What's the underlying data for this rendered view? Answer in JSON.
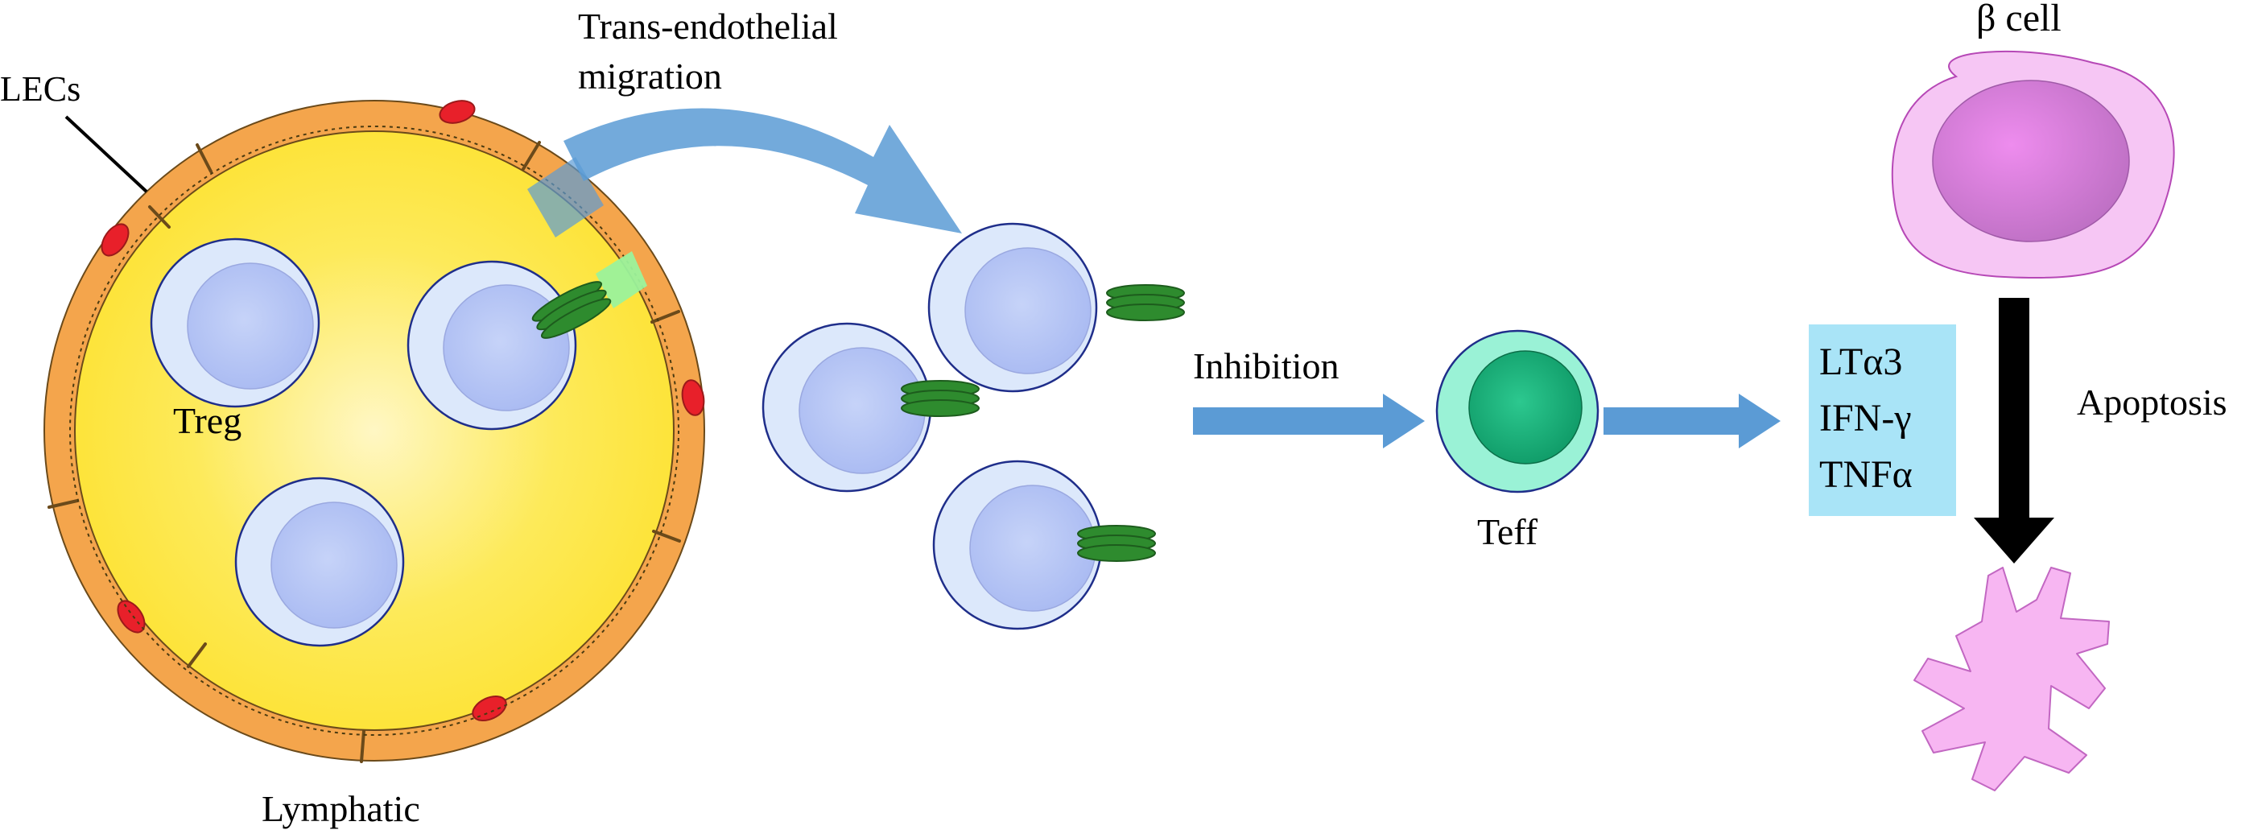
{
  "labels": {
    "lecs": "LECs",
    "treg": "Treg",
    "lymphatic": "Lymphatic",
    "migration_line1": "Trans-endothelial",
    "migration_line2": "migration",
    "inhibition": "Inhibition",
    "teff": "Teff",
    "beta_cell": "β cell",
    "apoptosis": "Apoptosis"
  },
  "cytokines": [
    "LTα3",
    "IFN-γ",
    "TNFα"
  ],
  "colors": {
    "lymph_yellow": "#FDE232",
    "endothelium_orange": "#F4A54C",
    "nucleus_red": "#E8202A",
    "cell_outer": "#DCE8FB",
    "cell_nucleus": "#B9C8F6",
    "receptor_green": "#2E8B2E",
    "arrow_blue": "#5B9BD5",
    "teff_outer": "#9AF2D6",
    "teff_inner": "#16A874",
    "cytokine_box": "#A9E4F7",
    "beta_outer": "#F6C6F4",
    "beta_nucleus": "#D77ED7",
    "apoptotic_cell": "#F7B6F2"
  }
}
